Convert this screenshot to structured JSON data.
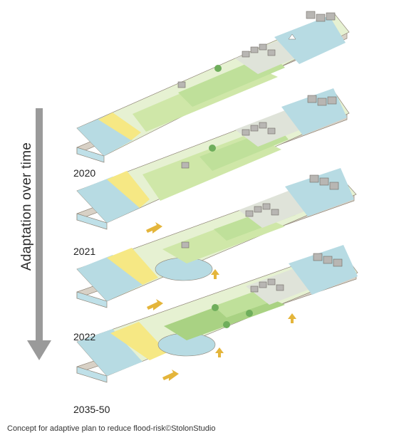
{
  "axis_label": "Adaptation over time",
  "stages": [
    {
      "year": "2020"
    },
    {
      "year": "2021"
    },
    {
      "year": "2022"
    },
    {
      "year": "2035-50"
    }
  ],
  "caption": "Concept for adaptive plan to reduce flood-risk©StolonStudio",
  "colors": {
    "sea": "#b7dbe3",
    "sand": "#f7ec8c",
    "grass": "#cfe7a8",
    "grass_dark": "#a9d283",
    "earth": "#c9beb0",
    "houses": "#b8b6b3",
    "flow_arrow": "#e4b53b",
    "time_arrow": "#9a9a9a"
  }
}
